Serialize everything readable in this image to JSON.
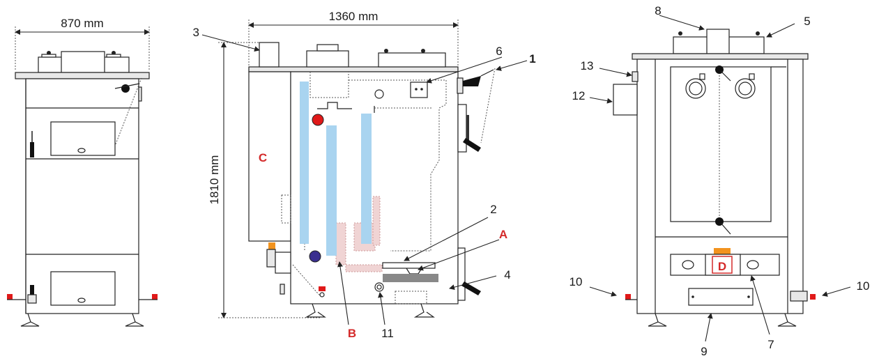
{
  "dimensions": {
    "width_front": "870 mm",
    "width_side": "1360 mm",
    "height_side": "1810 mm"
  },
  "callouts": {
    "n1": "1",
    "n2": "2",
    "n3": "3",
    "n4": "4",
    "n5": "5",
    "n6": "6",
    "n7": "7",
    "n8": "8",
    "n9": "9",
    "n10a": "10",
    "n10b": "10",
    "n11": "11",
    "n12": "12",
    "n13": "13"
  },
  "letters": {
    "A": "A",
    "B": "B",
    "C": "C",
    "D": "D"
  },
  "colors": {
    "water_channel": "#a9d4f0",
    "hot_connection": "#e01919",
    "cold_connection": "#3a2f8f",
    "letter_red": "#d42a2a",
    "accent_orange": "#f2931e",
    "dotted_pink": "#f0d4d4"
  }
}
